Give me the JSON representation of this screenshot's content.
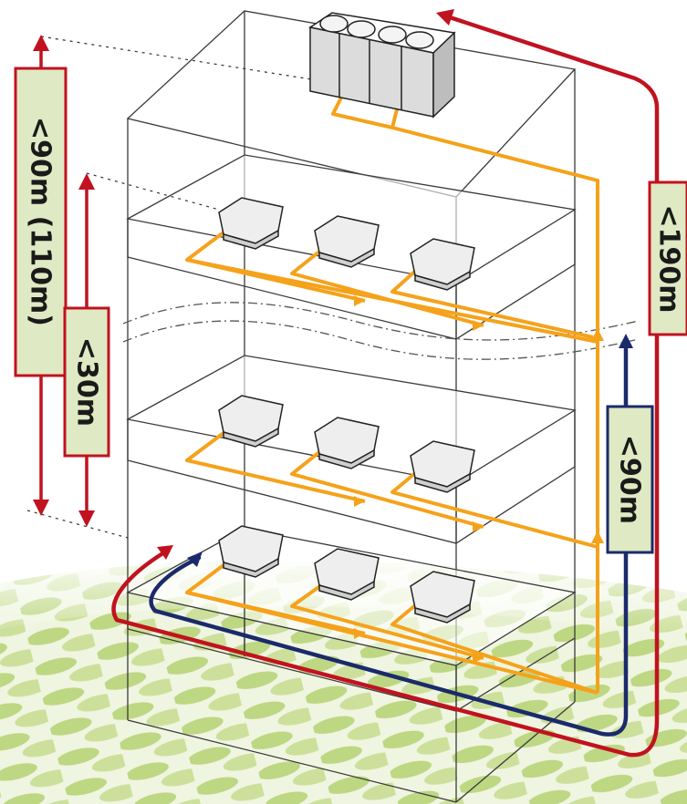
{
  "labels": {
    "total_height_limit": "<90m (110m)",
    "indoor_height_limit": "<30m",
    "total_piping_limit": "<190m",
    "farthest_indoor_limit": "<90m"
  },
  "colors": {
    "piping": "#f5a21b",
    "limit_line": "#c1121f",
    "indoor_line": "#1b2a6b",
    "label_fill": "#dfe9c3",
    "building_line": "#3a3a3a",
    "floor_pattern": "#9bc04a"
  },
  "icons": {
    "outdoor_unit": "vrf-outdoor-unit-icon",
    "indoor_unit": "ceiling-cassette-icon"
  }
}
